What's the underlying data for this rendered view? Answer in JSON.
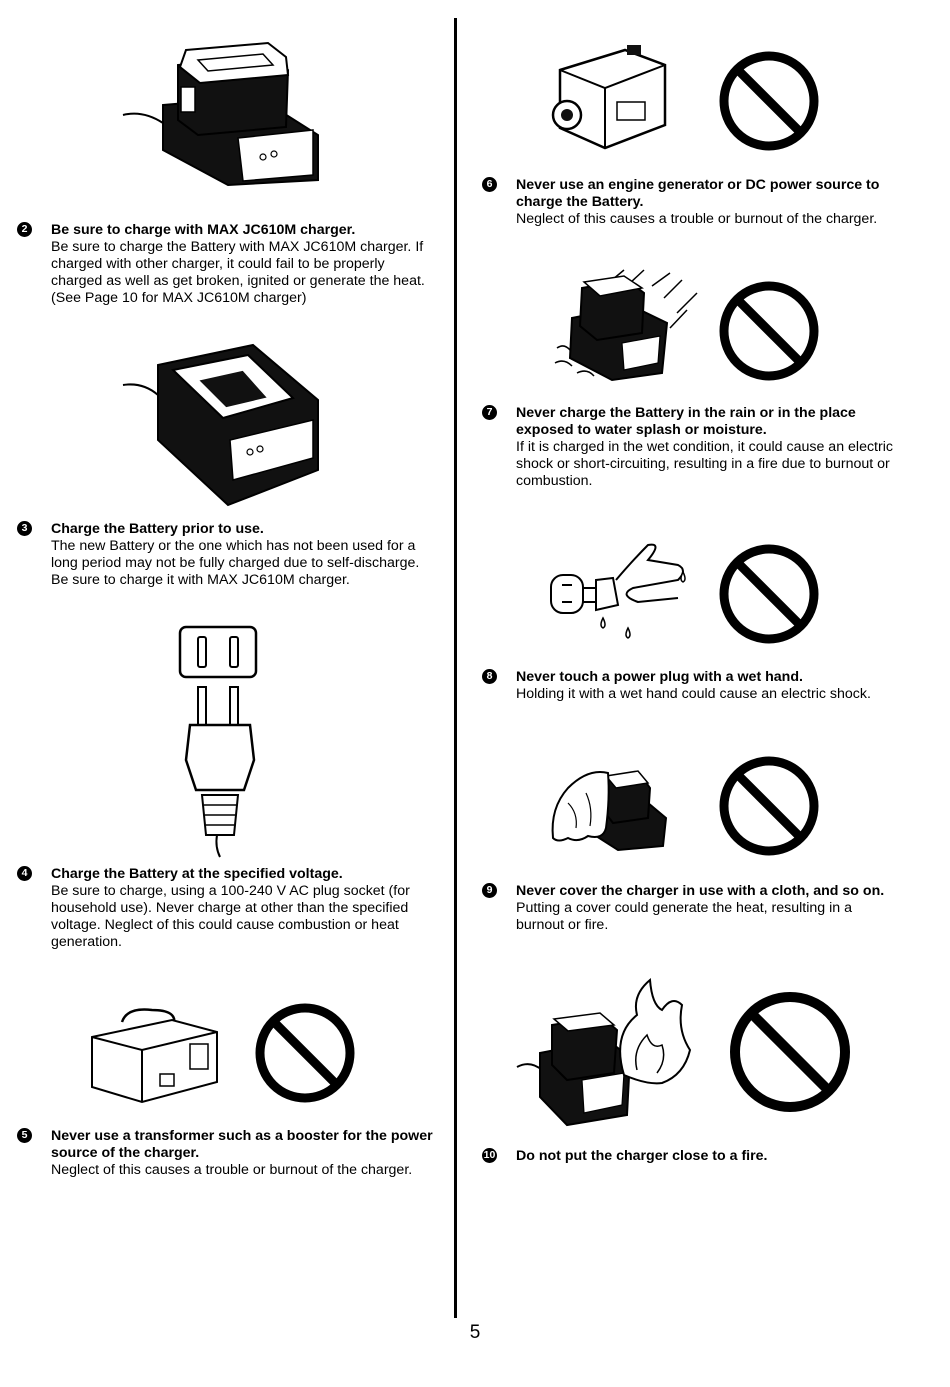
{
  "page_number": "5",
  "items": [
    {
      "num": "2",
      "head": "Be sure to charge with MAX JC610M charger.",
      "body": "Be sure to charge the Battery with MAX JC610M charger. If charged with other charger, it could fail to be properly charged as well as get broken, ignited or generate the heat. (See Page 10 for MAX JC610M charger)"
    },
    {
      "num": "3",
      "head": "Charge the Battery prior to use.",
      "body": "The new Battery or the one which has not been used for a long period may not be fully charged due to self-discharge. Be sure to charge it with MAX JC610M charger."
    },
    {
      "num": "4",
      "head": "Charge the Battery at the specified voltage.",
      "body": "Be sure to charge, using a 100-240 V AC plug socket (for household use). Never charge at other than the specified voltage. Neglect of this could cause combustion or heat generation."
    },
    {
      "num": "5",
      "head": "Never use a transformer such as a booster for the power source of the charger.",
      "body": "Neglect of this causes a trouble or burnout of the charger."
    },
    {
      "num": "6",
      "head": "Never use an engine generator or DC power source to charge the Battery.",
      "body": "Neglect of this causes a trouble or burnout of the charger."
    },
    {
      "num": "7",
      "head": "Never charge the Battery in the rain or in the place exposed to water splash or moisture.",
      "body": "If it is charged in the wet condition, it could cause an electric shock or short-circuiting, resulting in a fire due to burnout or combustion."
    },
    {
      "num": "8",
      "head": "Never touch a power plug with a wet hand.",
      "body": "Holding it with a wet hand could cause an electric shock."
    },
    {
      "num": "9",
      "head": "Never cover the charger in use with a cloth, and so on.",
      "body": "Putting a cover could generate the heat, resulting in a burnout or fire."
    },
    {
      "num": "10",
      "head": "Do not put the charger close to a fire.",
      "body": ""
    }
  ]
}
